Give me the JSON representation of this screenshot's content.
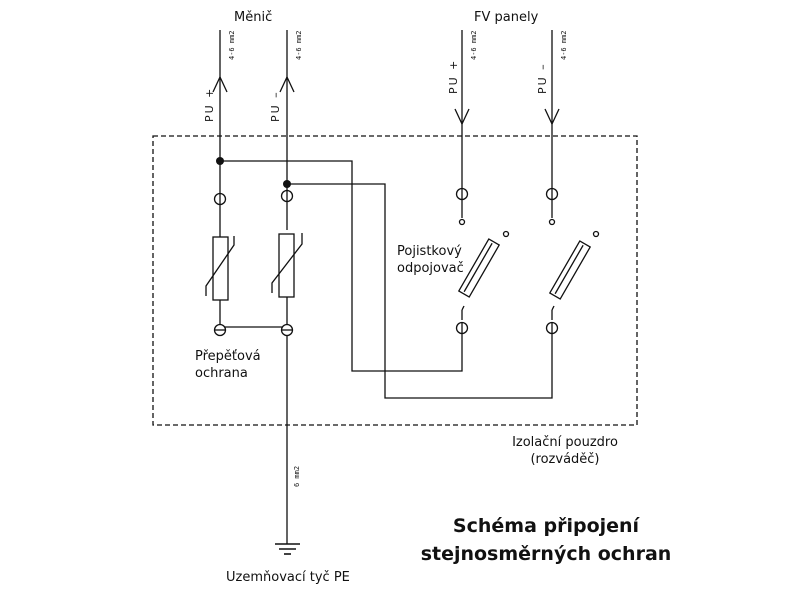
{
  "title": {
    "line1": "Schéma připojení",
    "line2": "stejnosměrných ochran"
  },
  "sources": {
    "inverter": "Měnič",
    "pv_panels": "FV panely"
  },
  "conductors": {
    "inverter_plus": {
      "polarity": "PU +",
      "cross_section": "4-6 mm2"
    },
    "inverter_minus": {
      "polarity": "PU –",
      "cross_section": "4-6 mm2"
    },
    "pv_plus": {
      "polarity": "PU +",
      "cross_section": "4-6 mm2"
    },
    "pv_minus": {
      "polarity": "PU –",
      "cross_section": "4-6 mm2"
    },
    "earth": {
      "cross_section": "6 mm2"
    }
  },
  "components": {
    "surge_protection": {
      "line1": "Přepěťová",
      "line2": "ochrana"
    },
    "fuse_disconnector": {
      "line1": "Pojistkový",
      "line2": "odpojovač"
    },
    "enclosure": {
      "line1": "Izolační pouzdro",
      "line2": "(rozváděč)"
    },
    "earth_rod": "Uzemňovací tyč PE"
  },
  "colors": {
    "ink": "#111111",
    "background": "#ffffff"
  }
}
